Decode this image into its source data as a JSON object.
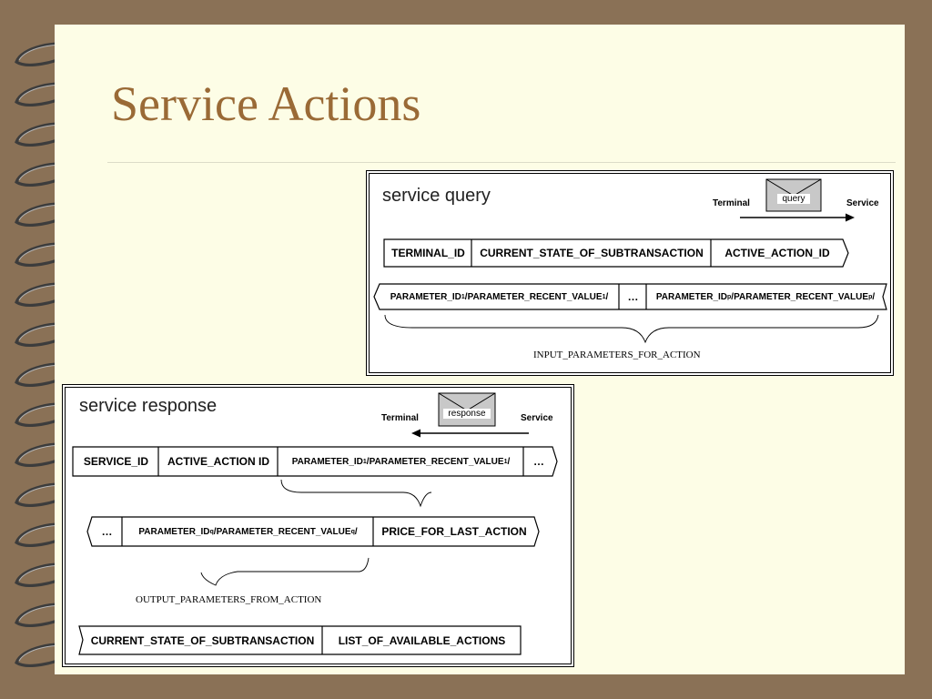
{
  "slide": {
    "title": "Service Actions"
  },
  "query": {
    "title": "service query",
    "from_label": "Terminal",
    "to_label": "Service",
    "envelope_label": "query",
    "row1": [
      "TERMINAL_ID",
      "CURRENT_STATE_OF_SUBTRANSACTION",
      "ACTIVE_ACTION_ID"
    ],
    "param1": {
      "id": "PARAMETER_ID",
      "id_sub": "1",
      "value": " /PARAMETER_RECENT_VALUE",
      "value_sub": "1",
      "tail": "/"
    },
    "ellipsis": "…",
    "paramp": {
      "id": "PARAMETER_ID",
      "id_sub": "p",
      "value": " /PARAMETER_RECENT_VALUE",
      "value_sub": "p",
      "tail": "/"
    },
    "brace_caption": "INPUT_PARAMETERS_FOR_ACTION"
  },
  "response": {
    "title": "service response",
    "from_label": "Service",
    "to_label": "Terminal",
    "envelope_label": "response",
    "row1": [
      "SERVICE_ID",
      "ACTIVE_ACTION ID"
    ],
    "param1": {
      "id": "PARAMETER_ID",
      "id_sub": "1",
      "value": " /PARAMETER_RECENT_VALUE",
      "value_sub": "1",
      "tail": "/"
    },
    "ellipsis": "…",
    "paramq": {
      "id": "PARAMETER_ID",
      "id_sub": "q",
      "value": " /PARAMETER_RECENT_VALUE",
      "value_sub": "q",
      "tail": "/"
    },
    "price": "PRICE_FOR_LAST_ACTION",
    "brace_caption": "OUTPUT_PARAMETERS_FROM_ACTION",
    "row3": [
      "CURRENT_STATE_OF_SUBTRANSACTION",
      "LIST_OF_AVAILABLE_ACTIONS"
    ]
  },
  "colors": {
    "frame": "#8a7156",
    "slide_bg": "#fdfde6",
    "title": "#9a6a36",
    "envelope": "#c8c8c8"
  },
  "icons": {
    "binding": "spiral-binding-icon",
    "message": "envelope-icon",
    "arrow": "arrow-icon",
    "brace": "curly-brace-icon"
  }
}
